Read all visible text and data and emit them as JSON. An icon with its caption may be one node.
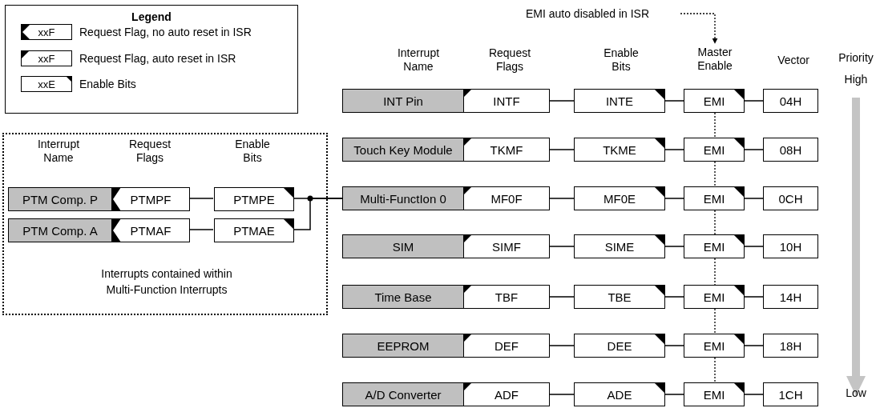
{
  "diagram": {
    "nodes": [
      {
        "text": [
          "Legend"
        ]
      },
      {
        "text": [
          "xxF"
        ],
        "in": 0,
        "beside": [
          "Request Flag, no auto reset in ISR"
        ]
      },
      {
        "text": [
          "xxF"
        ],
        "in": 0,
        "beside": [
          "Request Flag, auto reset in ISR"
        ]
      },
      {
        "text": [
          "xxE"
        ],
        "in": 0,
        "beside": [
          "Enable Bits"
        ]
      },
      {
        "text": [
          "Interrupts contained within Multi-Function Interrupts"
        ]
      },
      {
        "text": [
          "PTM Comp. P"
        ],
        "in": 4
      },
      {
        "text": [
          "PTMPF"
        ],
        "in": 4
      },
      {
        "text": [
          "PTMPE"
        ],
        "in": 4
      },
      {
        "text": [
          "PTM Comp. A"
        ],
        "in": 4
      },
      {
        "text": [
          "PTMAF"
        ],
        "in": 4
      },
      {
        "text": [
          "PTMAE"
        ],
        "in": 4
      },
      {
        "text": [
          "EMI auto disabled in ISR"
        ]
      },
      {
        "text": [
          "Master Enable"
        ]
      },
      {
        "text": [
          "INT Pin"
        ]
      },
      {
        "text": [
          "INTF"
        ]
      },
      {
        "text": [
          "INTE"
        ]
      },
      {
        "text": [
          "EMI"
        ]
      },
      {
        "text": [
          "04H"
        ]
      },
      {
        "text": [
          "Touch Key Module"
        ]
      },
      {
        "text": [
          "TKMF"
        ]
      },
      {
        "text": [
          "TKME"
        ]
      },
      {
        "text": [
          "EMI"
        ]
      },
      {
        "text": [
          "08H"
        ]
      },
      {
        "text": [
          "Multi-FunctIon 0"
        ]
      },
      {
        "text": [
          "MF0F"
        ]
      },
      {
        "text": [
          "MF0E"
        ]
      },
      {
        "text": [
          "EMI"
        ]
      },
      {
        "text": [
          "0CH"
        ]
      },
      {
        "text": [
          "SIM"
        ]
      },
      {
        "text": [
          "SIMF"
        ]
      },
      {
        "text": [
          "SIME"
        ]
      },
      {
        "text": [
          "EMI"
        ]
      },
      {
        "text": [
          "10H"
        ]
      },
      {
        "text": [
          "Time Base"
        ]
      },
      {
        "text": [
          "TBF"
        ]
      },
      {
        "text": [
          "TBE"
        ]
      },
      {
        "text": [
          "EMI"
        ]
      },
      {
        "text": [
          "14H"
        ]
      },
      {
        "text": [
          "EEPROM"
        ]
      },
      {
        "text": [
          "DEF"
        ]
      },
      {
        "text": [
          "DEE"
        ]
      },
      {
        "text": [
          "EMI"
        ]
      },
      {
        "text": [
          "18H"
        ]
      },
      {
        "text": [
          "A/D Converter"
        ]
      },
      {
        "text": [
          "ADF"
        ]
      },
      {
        "text": [
          "ADE"
        ]
      },
      {
        "text": [
          "EMI"
        ]
      },
      {
        "text": [
          "1CH"
        ]
      }
    ],
    "edges": [
      {
        "from": 6,
        "to": 7,
        "arrow": "none"
      },
      {
        "from": 9,
        "to": 10,
        "arrow": "none"
      },
      {
        "from": 7,
        "to": 23,
        "arrow": "none"
      },
      {
        "from": 10,
        "to": 23,
        "arrow": "none"
      },
      {
        "from": 11,
        "to": 12,
        "arrow": "to",
        "style": "dashed"
      },
      {
        "from": 14,
        "to": 15,
        "arrow": "none"
      },
      {
        "from": 15,
        "to": 16,
        "arrow": "none"
      },
      {
        "from": 16,
        "to": 17,
        "arrow": "none"
      },
      {
        "from": 19,
        "to": 20,
        "arrow": "none"
      },
      {
        "from": 20,
        "to": 21,
        "arrow": "none"
      },
      {
        "from": 21,
        "to": 22,
        "arrow": "none"
      },
      {
        "from": 24,
        "to": 25,
        "arrow": "none"
      },
      {
        "from": 25,
        "to": 26,
        "arrow": "none"
      },
      {
        "from": 26,
        "to": 27,
        "arrow": "none"
      },
      {
        "from": 29,
        "to": 30,
        "arrow": "none"
      },
      {
        "from": 30,
        "to": 31,
        "arrow": "none"
      },
      {
        "from": 31,
        "to": 32,
        "arrow": "none"
      },
      {
        "from": 34,
        "to": 35,
        "arrow": "none"
      },
      {
        "from": 35,
        "to": 36,
        "arrow": "none"
      },
      {
        "from": 36,
        "to": 37,
        "arrow": "none"
      },
      {
        "from": 39,
        "to": 40,
        "arrow": "none"
      },
      {
        "from": 40,
        "to": 41,
        "arrow": "none"
      },
      {
        "from": 41,
        "to": 42,
        "arrow": "none"
      },
      {
        "from": 44,
        "to": 45,
        "arrow": "none"
      },
      {
        "from": 45,
        "to": 46,
        "arrow": "none"
      },
      {
        "from": 46,
        "to": 47,
        "arrow": "none"
      },
      {
        "from": 16,
        "to": 21,
        "arrow": "none",
        "style": "dashed"
      },
      {
        "from": 21,
        "to": 26,
        "arrow": "none",
        "style": "dashed"
      },
      {
        "from": 26,
        "to": 31,
        "arrow": "none",
        "style": "dashed"
      },
      {
        "from": 31,
        "to": 36,
        "arrow": "none",
        "style": "dashed"
      },
      {
        "from": 36,
        "to": 41,
        "arrow": "none",
        "style": "dashed"
      },
      {
        "from": 41,
        "to": 46,
        "arrow": "none",
        "style": "dashed"
      }
    ],
    "labels": [
      "Interrupt Name",
      "Request Flags",
      "Enable Bits",
      "Vector",
      "Priority",
      "High",
      "Interrupt Name",
      "Request Flags",
      "Enable Bits",
      "Low"
    ]
  }
}
